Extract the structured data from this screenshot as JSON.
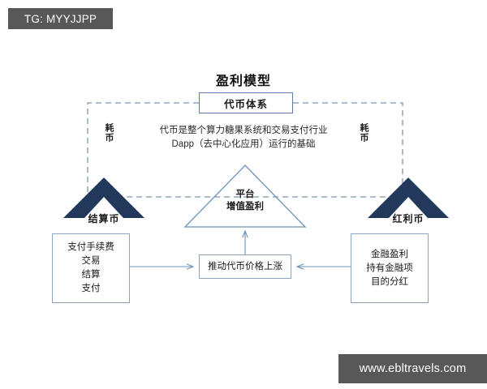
{
  "watermarks": {
    "top_badge": "TG: MYYJJPP",
    "bottom_badge": "www.ebltravels.com"
  },
  "diagram": {
    "title": "盈利模型",
    "token_system": {
      "label": "代币体系"
    },
    "description": {
      "line1": "代币是整个算力糖果系统和交易支付行业",
      "line2": "Dapp（去中心化应用）运行的基础"
    },
    "burn_labels": {
      "left": "耗币",
      "right": "耗币"
    },
    "coins": {
      "left_label": "结算币",
      "right_label": "红利币"
    },
    "platform": {
      "line1": "平台",
      "line2": "增值盈利"
    },
    "left_box": {
      "line1": "支付手续费",
      "line2": "交易",
      "line3": "结算",
      "line4": "支付"
    },
    "right_box": {
      "line1": "金融盈利",
      "line2": "持有金融项",
      "line3": "目的分红"
    },
    "center_box": {
      "label": "推动代币价格上涨"
    },
    "colors": {
      "chevron_fill": "#23395b",
      "triangle_stroke": "#6e93b8",
      "box_stroke": "#8da3bd",
      "dashed_stroke": "#7d94ad",
      "arrow_stroke": "#6e93b8",
      "watermark_bg": "#585858"
    }
  }
}
